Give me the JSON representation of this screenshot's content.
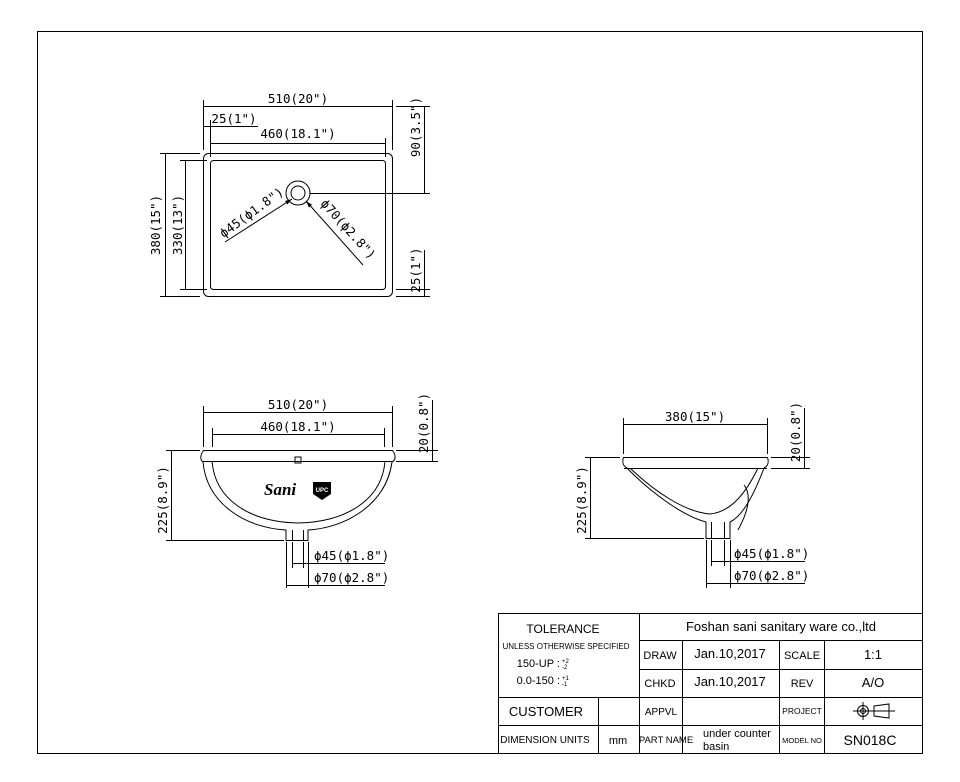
{
  "top_view": {
    "width_overall": "510(20\")",
    "rim": "25(1\")",
    "width_inner": "460(18.1\")",
    "drain_offset": "90(3.5\")",
    "depth_overall": "380(15\")",
    "depth_inner": "330(13\")",
    "drain_small": "ϕ45(ϕ1.8\")",
    "drain_large": "ϕ70(ϕ2.8\")",
    "rim_bottom": "25(1\")"
  },
  "front_view": {
    "width_overall": "510(20\")",
    "width_inner": "460(18.1\")",
    "rim_height": "20(0.8\")",
    "height": "225(8.9\")",
    "drain_small": "ϕ45(ϕ1.8\")",
    "drain_large": "ϕ70(ϕ2.8\")"
  },
  "side_view": {
    "width": "380(15\")",
    "rim_height": "20(0.8\")",
    "height": "225(8.9\")",
    "drain_small": "ϕ45(ϕ1.8\")",
    "drain_large": "ϕ70(ϕ2.8\")"
  },
  "title_block": {
    "tolerance_title": "TOLERANCE",
    "tolerance_note": "UNLESS OTHERWISE SPECIFIED",
    "tol_line1_label": "150-UP :",
    "tol_line1_plus": "+2",
    "tol_line1_minus": "-2",
    "tol_line2_label": "0.0-150 :",
    "tol_line2_plus": "+1",
    "tol_line2_minus": "-1",
    "company": "Foshan sani sanitary ware co.,ltd",
    "draw_label": "DRAW",
    "draw_date": "Jan.10,2017",
    "scale_label": "SCALE",
    "scale_value": "1:1",
    "chkd_label": "CHKD",
    "chkd_date": "Jan.10,2017",
    "rev_label": "REV",
    "rev_value": "A/O",
    "customer_label": "CUSTOMER",
    "appvl_label": "APPVL",
    "project_label": "PROJECT",
    "dim_units_label": "DIMENSION UNITS",
    "dim_units_value": "mm",
    "part_name_label": "PART NAME",
    "part_name_line1": "under counter",
    "part_name_line2": "basin",
    "model_no_label": "MODEL NO",
    "model_no_value": "SN018C"
  },
  "logo": {
    "brand": "Sani",
    "badge": "UPC"
  }
}
